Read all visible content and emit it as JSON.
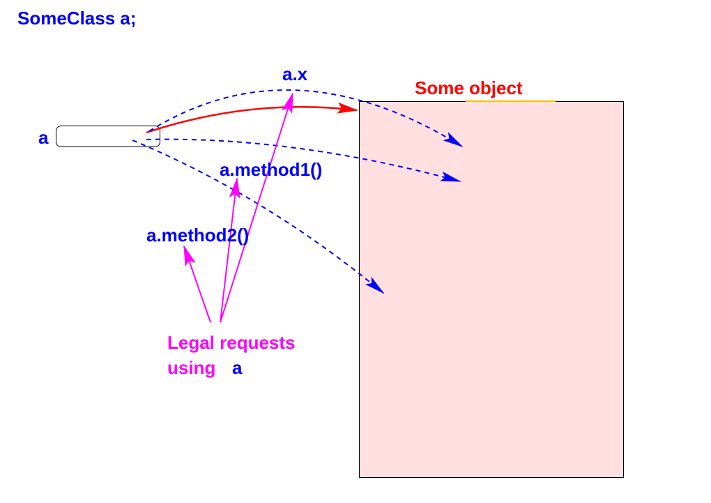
{
  "declaration": "SomeClass a;",
  "variable_label": "a",
  "object_label": "Some object",
  "member_x": "a.x",
  "method1": "a.method1()",
  "method2": "a.method2()",
  "legal_line1": "Legal requests",
  "legal_line2_prefix": "using",
  "legal_line2_var": "a",
  "colors": {
    "blue": "#0000ff",
    "red": "#ff0000",
    "magenta": "#ff00ff",
    "object_fill": "#ffdfdf",
    "underline": "#ffc000"
  }
}
